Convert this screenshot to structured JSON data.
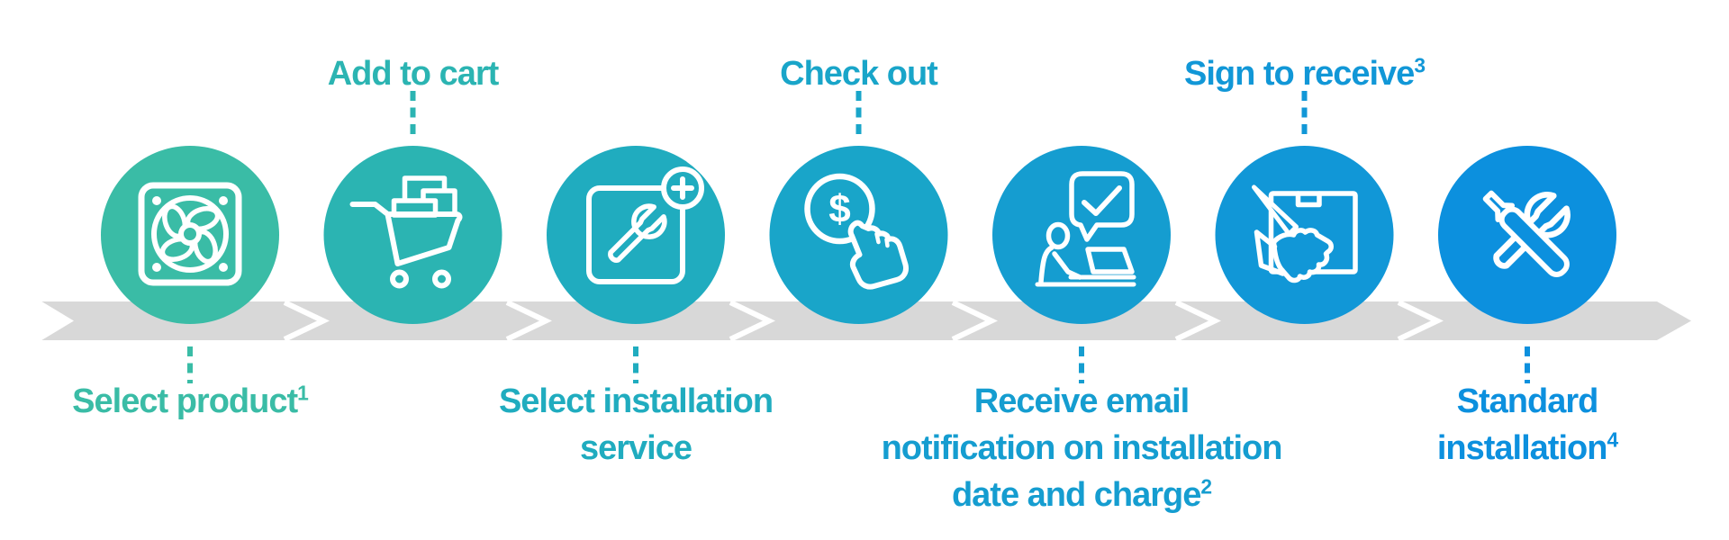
{
  "diagram_title": "",
  "flow_band": {
    "color": "#D8D8D8",
    "chevron_color": "#FFFFFF"
  },
  "icons": {
    "dollar_sign": "$"
  },
  "steps": [
    {
      "name": "select-product",
      "position": "below",
      "color": "#3ABCA6",
      "label": {
        "lines": [
          {
            "text": "Select product",
            "sup": "1"
          }
        ]
      }
    },
    {
      "name": "add-to-cart",
      "position": "above",
      "color": "#2BB4B2",
      "label": {
        "lines": [
          {
            "text": "Add to cart"
          }
        ]
      }
    },
    {
      "name": "select-installation-service",
      "position": "below",
      "color": "#20ACBF",
      "label": {
        "lines": [
          {
            "text": "Select installation"
          },
          {
            "text": "service"
          }
        ]
      }
    },
    {
      "name": "check-out",
      "position": "above",
      "color": "#19A5C9",
      "label": {
        "lines": [
          {
            "text": "Check out"
          }
        ]
      }
    },
    {
      "name": "receive-email-notification",
      "position": "below",
      "color": "#159DD0",
      "label": {
        "lines": [
          {
            "text": "Receive email"
          },
          {
            "text": "notification on installation"
          },
          {
            "text": "date and charge",
            "sup": "2"
          }
        ]
      }
    },
    {
      "name": "sign-to-receive",
      "position": "above",
      "color": "#1197D7",
      "label": {
        "lines": [
          {
            "text": "Sign to receive",
            "sup": "3"
          }
        ]
      }
    },
    {
      "name": "standard-installation",
      "position": "below",
      "color": "#0C90DE",
      "label": {
        "lines": [
          {
            "text": "Standard"
          },
          {
            "text": "installation",
            "sup": "4"
          }
        ]
      }
    }
  ]
}
